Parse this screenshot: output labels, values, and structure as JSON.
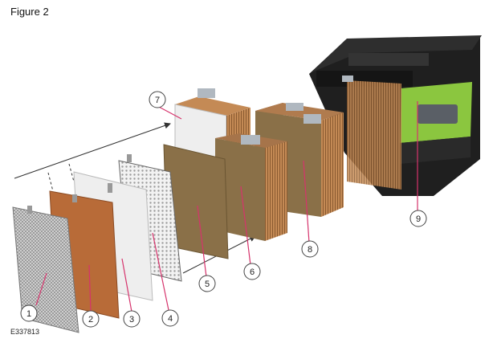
{
  "figure": {
    "title": "Figure 2",
    "reference": "E337813"
  },
  "callouts": [
    "1",
    "2",
    "3",
    "4",
    "5",
    "6",
    "7",
    "8",
    "9"
  ],
  "colors": {
    "grid_plate": "#9a9a9a",
    "positive_plate": "#b86b38",
    "separator": "#eeeeee",
    "plate_block": "#8a7048",
    "block_wood": "#c98e5a",
    "case_black": "#222222",
    "label_green": "#8bc63f",
    "terminal_metal": "#b0b8c0"
  },
  "icons": {
    "callout": "numbered-circle-icon"
  }
}
